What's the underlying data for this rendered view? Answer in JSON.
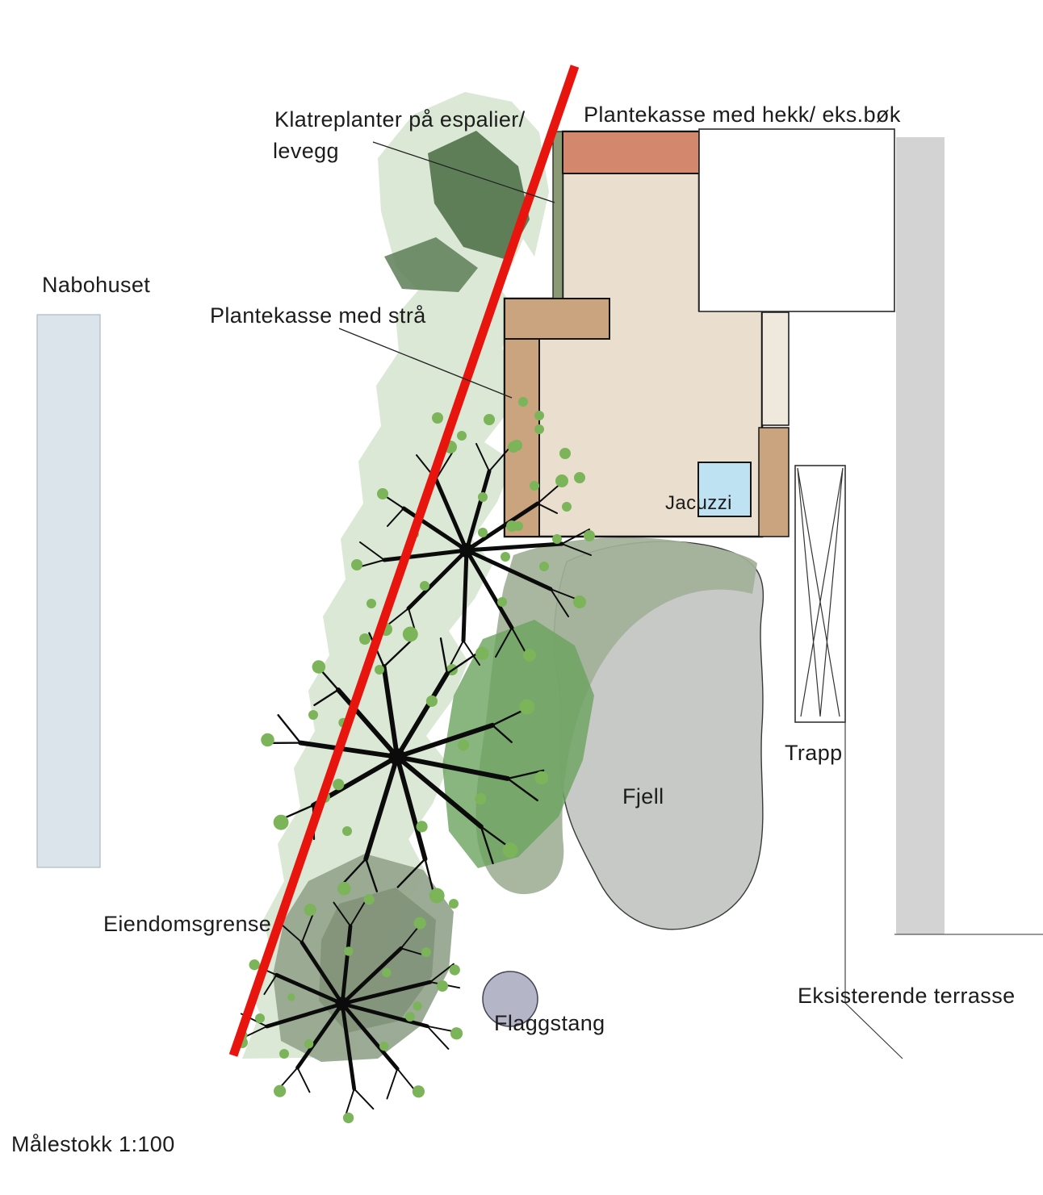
{
  "plan": {
    "scale_label": "Målestokk 1:100",
    "labels": {
      "klatreplanter_line1": "Klatreplanter på espalier/",
      "klatreplanter_line2": "levegg",
      "plantekasse_hekk": "Plantekasse med hekk/ eks.bøk",
      "nabohuset": "Nabohuset",
      "plantekasse_stra": "Plantekasse med strå",
      "jacuzzi": "Jacuzzi",
      "trapp": "Trapp",
      "fjell": "Fjell",
      "eiendomsgrense": "Eiendomsgrense",
      "flaggstang": "Flaggstang",
      "eksisterende_terrasse": "Eksisterende terrasse"
    },
    "colors": {
      "property_line": "#e8140e",
      "deck": "#eadfce",
      "planter_tan": "#c9a47e",
      "planter_pale": "#efe9dd",
      "planter_salmon": "#d3876c",
      "espalier_green": "#8a9a74",
      "jacuzzi_blue": "#bfe2f2",
      "neighbor_house": "#dce4eb",
      "rock": "#c6c9c5",
      "terrace_strip": "#d3d3d3",
      "veg_light": "#dbe8d6",
      "veg_dark": "#5d7e57",
      "veg_sage": "#a2b199",
      "veg_bright": "#6ba25f",
      "veg_bottom": "#97a68f",
      "veg_bottom_dark": "#7e9077",
      "leaf": "#7cb45a",
      "flagpole": "#b5b5c8",
      "branch": "#0b0b0b"
    }
  }
}
